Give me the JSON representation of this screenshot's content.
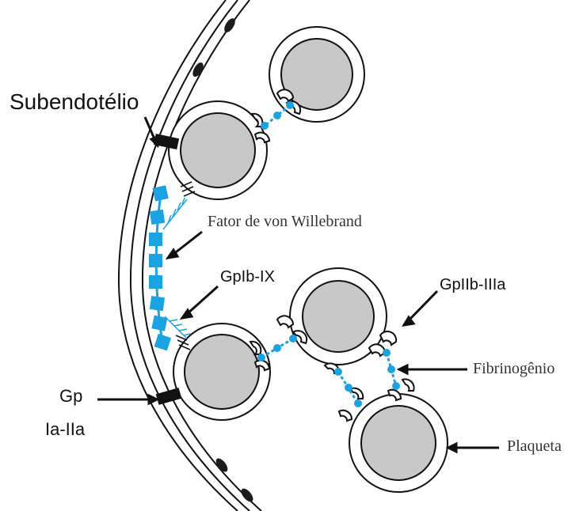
{
  "labels": {
    "subendotelio": "Subendotélio",
    "vwf": "Fator de von Willebrand",
    "gpib": "GpIb-IX",
    "gpiib": "GpIIb-IIIa",
    "fibrinogenio": "Fibrinogênio",
    "gp_line1": "Gp",
    "gp_line2": "Ia-IIa",
    "plaqueta": "Plaqueta"
  },
  "colors": {
    "accent_blue": "#1aa3e0",
    "platelet_fill": "#c8c8c8",
    "outline": "#111111"
  }
}
